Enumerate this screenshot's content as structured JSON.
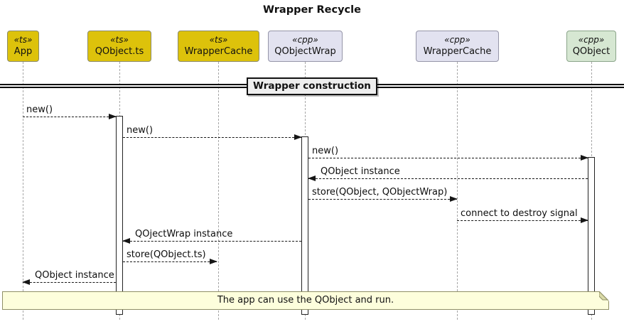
{
  "title": "Wrapper Recycle",
  "divider": {
    "label": "Wrapper construction"
  },
  "participants": [
    {
      "stereotype": "«ts»",
      "name": "App"
    },
    {
      "stereotype": "«ts»",
      "name": "QObject.ts"
    },
    {
      "stereotype": "«ts»",
      "name": "WrapperCache"
    },
    {
      "stereotype": "«cpp»",
      "name": "QObjectWrap"
    },
    {
      "stereotype": "«cpp»",
      "name": "WrapperCache"
    },
    {
      "stereotype": "«cpp»",
      "name": "QObject"
    }
  ],
  "messages": [
    {
      "label": "new()",
      "from": "App",
      "to": "QObject.ts",
      "direction": "right"
    },
    {
      "label": "new()",
      "from": "QObject.ts",
      "to": "QObjectWrap",
      "direction": "right"
    },
    {
      "label": "new()",
      "from": "QObjectWrap",
      "to": "QObject",
      "direction": "right"
    },
    {
      "label": "QObject instance",
      "from": "QObject",
      "to": "QObjectWrap",
      "direction": "left"
    },
    {
      "label": "store(QObject, QObjectWrap)",
      "from": "QObjectWrap",
      "to": "WrapperCache (cpp)",
      "direction": "right"
    },
    {
      "label": "connect to destroy signal",
      "from": "WrapperCache (cpp)",
      "to": "QObject",
      "direction": "right"
    },
    {
      "label": "QOjectWrap instance",
      "from": "QObjectWrap",
      "to": "QObject.ts",
      "direction": "left"
    },
    {
      "label": "store(QObject.ts)",
      "from": "QObject.ts",
      "to": "WrapperCache (ts)",
      "direction": "right"
    },
    {
      "label": "QObject instance",
      "from": "QObject.ts",
      "to": "App",
      "direction": "left"
    }
  ],
  "note": {
    "text": "The app can use the QObject and run."
  },
  "colors": {
    "ts_fill": "#ddc20b",
    "cpp_fill": "#e2e2f0",
    "qobject_fill": "#d6e7d2",
    "note_fill": "#fdfedc",
    "divider_fill": "#eeeeee"
  }
}
